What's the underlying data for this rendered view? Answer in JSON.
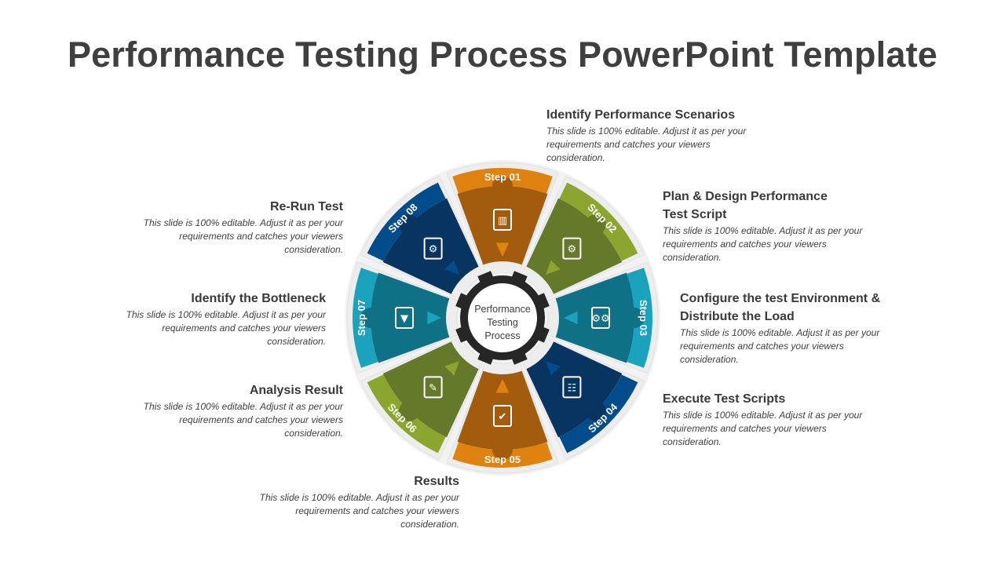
{
  "title": "Performance Testing Process PowerPoint Template",
  "center_label": [
    "Performance",
    "Testing",
    "Process"
  ],
  "colors": {
    "ring": "#EDEDED",
    "gear": "#262626"
  },
  "steps": [
    {
      "label": "Step 01",
      "title": "Identify Performance Scenarios",
      "desc": "This slide is 100% editable. Adjust it as per your requirements and catches your viewers consideration.",
      "light": "#E0820F",
      "dark": "#A35C0E",
      "icon": "report-chart-icon",
      "glyph": "▥"
    },
    {
      "label": "Step 02",
      "title": "Plan & Design Performance Test Script",
      "desc": "This slide is 100% editable. Adjust it as per your requirements and catches your viewers consideration.",
      "light": "#8BA52E",
      "dark": "#64792A",
      "icon": "blueprint-icon",
      "glyph": "⚙"
    },
    {
      "label": "Step 03",
      "title": "Configure the test Environment & Distribute the Load",
      "desc": "This slide is 100% editable. Adjust it as per your requirements and catches your viewers consideration.",
      "light": "#1BA3BE",
      "dark": "#0E7186",
      "icon": "gears-monitor-icon",
      "glyph": "⚙⚙"
    },
    {
      "label": "Step 04",
      "title": "Execute Test Scripts",
      "desc": "This slide is 100% editable. Adjust it as per your requirements and catches your viewers consideration.",
      "light": "#034C8C",
      "dark": "#083462",
      "icon": "checklist-gear-icon",
      "glyph": "☷"
    },
    {
      "label": "Step 05",
      "title": "Results",
      "desc": "This slide is 100% editable. Adjust it as per your requirements and catches your viewers consideration.",
      "light": "#E0820F",
      "dark": "#A35C0E",
      "icon": "document-check-icon",
      "glyph": "✔"
    },
    {
      "label": "Step 06",
      "title": "Analysis Result",
      "desc": "This slide is 100% editable. Adjust it as per your requirements and catches your viewers consideration.",
      "light": "#8BA52E",
      "dark": "#64792A",
      "icon": "clipboard-chart-icon",
      "glyph": "✎"
    },
    {
      "label": "Step 07",
      "title": "Identify the Bottleneck",
      "desc": "This slide is 100% editable. Adjust it as per your requirements and catches your viewers consideration.",
      "light": "#1BA3BE",
      "dark": "#0E7186",
      "icon": "funnel-icon",
      "glyph": "▼"
    },
    {
      "label": "Step 08",
      "title": "Re-Run Test",
      "desc": "This slide is 100% editable. Adjust it as per your requirements and catches your viewers consideration.",
      "light": "#034C8C",
      "dark": "#083462",
      "icon": "gear-refresh-icon",
      "glyph": "⚙"
    }
  ]
}
